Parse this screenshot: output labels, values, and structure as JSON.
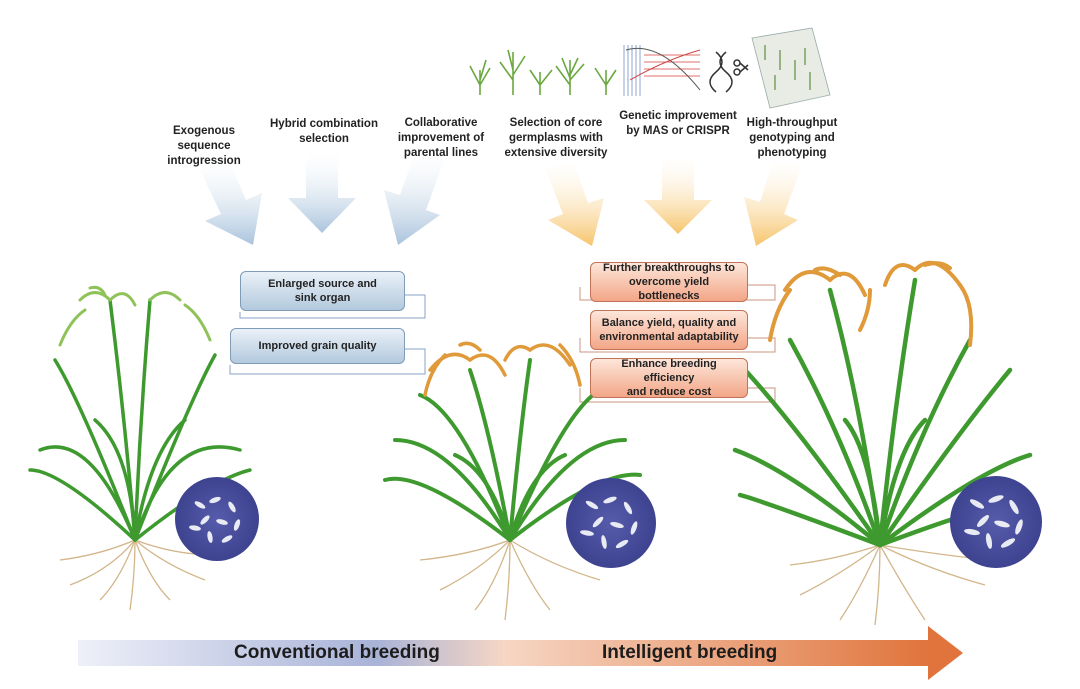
{
  "methods": {
    "conventional": [
      {
        "label": "Exogenous sequence\nintrogression"
      },
      {
        "label": "Hybrid combination\nselection"
      },
      {
        "label": "Collaborative\nimprovement of\nparental lines"
      }
    ],
    "intelligent": [
      {
        "label": "Selection of core\ngermplasms with\nextensive diversity"
      },
      {
        "label": "Genetic improvement\nby MAS or CRISPR"
      },
      {
        "label": "High-throughput\ngenotyping and\nphenotyping"
      }
    ]
  },
  "goals": {
    "conventional": [
      {
        "label": "Enlarged source and\nsink organ"
      },
      {
        "label": "Improved grain quality"
      }
    ],
    "intelligent": [
      {
        "label": "Further breakthroughs to\novercome yield bottlenecks"
      },
      {
        "label": "Balance yield, quality and\nenvironmental adaptability"
      },
      {
        "label": "Enhance breeding efficiency\nand reduce cost"
      }
    ]
  },
  "stages": {
    "conventional_label": "Conventional breeding",
    "intelligent_label": "Intelligent breeding"
  },
  "colors": {
    "conventional_arrow": "#a9c3dc",
    "intelligent_arrow": "#f6c46a",
    "leaf_green": "#3e9a2f",
    "panicle_green": "#8fc35a",
    "panicle_orange": "#e09a3a",
    "grain_circle": "#4a4f9a",
    "root": "#d2b68a",
    "bottom_arrow_start": "#dfe4f2",
    "bottom_arrow_end": "#e0743c"
  }
}
